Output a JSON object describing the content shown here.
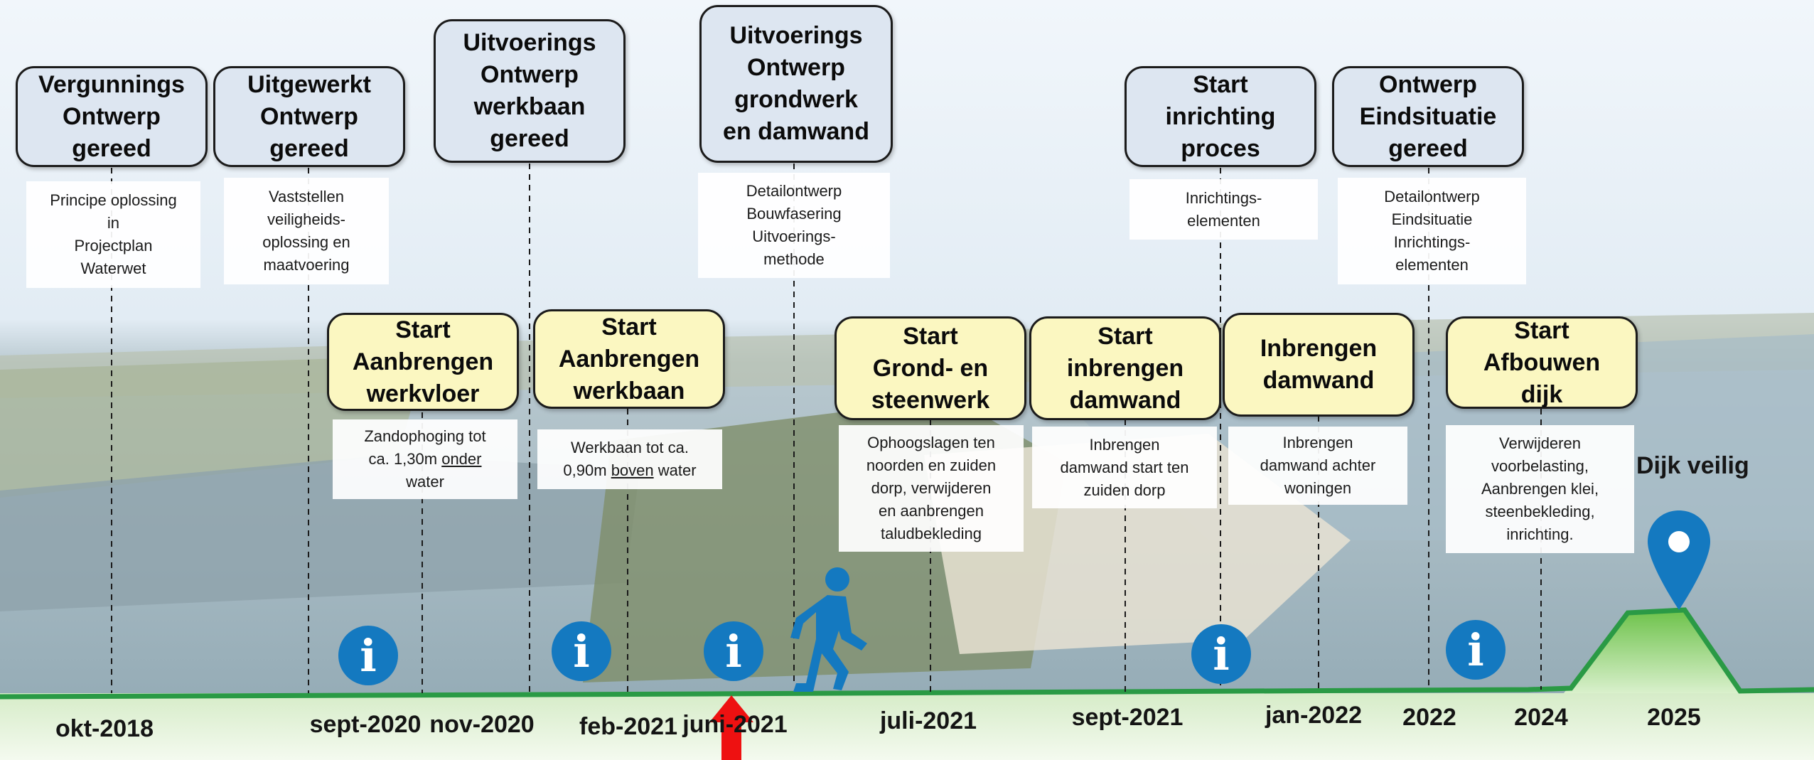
{
  "colors": {
    "top_box": "#dde6f1",
    "mid_box": "#fbf7c1",
    "timeline": "#2a9a45",
    "icon_blue": "#1479c0",
    "arrow_red": "#ee1111"
  },
  "milestones_top": [
    {
      "title": "Vergunnings\nOntwerp\ngereed",
      "description": "Principe oplossing\nin\nProjectplan\nWaterwet"
    },
    {
      "title": "Uitgewerkt\nOntwerp\ngereed",
      "description": "Vaststellen\nveiligheids-\noplossing en\nmaatvoering"
    },
    {
      "title": "Uitvoerings\nOntwerp\nwerkbaan\ngereed",
      "description": ""
    },
    {
      "title": "Uitvoerings\nOntwerp\ngrondwerk\nen damwand",
      "description": "Detailontwerp\nBouwfasering\nUitvoerings-\nmethode"
    },
    {
      "title": "Start\ninrichting\nproces",
      "description": "Inrichtings-\nelementen"
    },
    {
      "title": "Ontwerp\nEindsituatie\ngereed",
      "description": "Detailontwerp\nEindsituatie\nInrichtings-\nelementen"
    }
  ],
  "milestones_mid": [
    {
      "title": "Start\nAanbrengen\nwerkvloer",
      "desc_before": "Zandophoging tot\nca. 1,30m ",
      "desc_em": "onder",
      "desc_after": "\nwater"
    },
    {
      "title": "Start\nAanbrengen\nwerkbaan",
      "desc_before": "Werkbaan tot ca.\n0,90m ",
      "desc_em": "boven",
      "desc_after": " water"
    },
    {
      "title": "Start\nGrond- en\nsteenwerk",
      "desc_before": "Ophoogslagen ten\nnoorden en zuiden\ndorp, verwijderen\nen aanbrengen\ntaludbekleding",
      "desc_em": "",
      "desc_after": ""
    },
    {
      "title": "Start\ninbrengen\ndamwand",
      "desc_before": "Inbrengen\ndamwand start ten\nzuiden dorp",
      "desc_em": "",
      "desc_after": ""
    },
    {
      "title": "Inbrengen\ndamwand",
      "desc_before": "Inbrengen\ndamwand achter\nwoningen",
      "desc_em": "",
      "desc_after": ""
    },
    {
      "title": "Start\nAfbouwen\ndijk",
      "desc_before": "Verwijderen\nvoorbelasting,\nAanbrengen klei,\nsteenbekleding,\ninrichting.",
      "desc_em": "",
      "desc_after": ""
    }
  ],
  "dates": [
    "okt-2018",
    "sept-2020",
    "nov-2020",
    "feb-2021",
    "juni-2021",
    "juli-2021",
    "sept-2021",
    "jan-2022",
    "2022",
    "2024",
    "2025"
  ],
  "goal": {
    "label": "Dijk veilig"
  },
  "icons": {
    "info": "info-icon",
    "walker": "walking-person-icon",
    "pin": "location-pin-icon",
    "arrow": "current-position-arrow-icon"
  },
  "info_glyph": "i"
}
